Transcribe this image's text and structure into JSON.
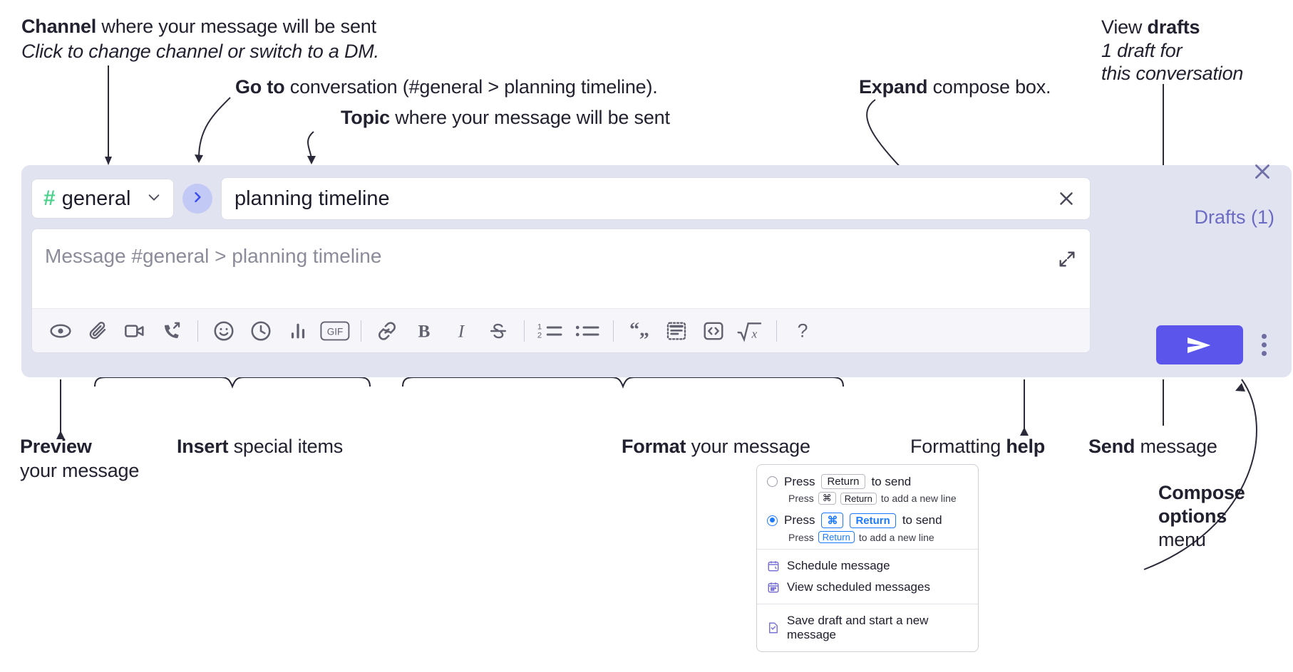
{
  "annotations": {
    "channel": {
      "bold": "Channel",
      "rest": " where your message will be sent",
      "sub": "Click to change channel or switch to a DM."
    },
    "goto": {
      "bold": "Go to",
      "rest": " conversation (#general > planning timeline)."
    },
    "topic": {
      "bold": "Topic",
      "rest": " where your message will be sent"
    },
    "expand": {
      "bold": "Expand",
      "rest": " compose box."
    },
    "drafts": {
      "pre": "View ",
      "bold": "drafts",
      "sub1": "1 draft for",
      "sub2": "this conversation"
    },
    "preview": {
      "bold": "Preview",
      "line2": "your message"
    },
    "insert": {
      "bold": "Insert",
      "rest": " special items"
    },
    "format": {
      "bold": "Format",
      "rest": " your message"
    },
    "help": {
      "pre": "Formatting ",
      "bold": "help"
    },
    "send": {
      "bold": "Send",
      "rest": " message"
    },
    "compose_options": {
      "line1": "Compose",
      "line2": "options",
      "line3": "menu"
    }
  },
  "compose": {
    "channel_chip": {
      "hash": "#",
      "name": "general",
      "chevron": "chevron-down"
    },
    "go_button": "go-to-conversation",
    "topic_field": {
      "value": "planning timeline",
      "clear": "clear-topic"
    },
    "message_field": {
      "placeholder": "Message #general > planning timeline"
    },
    "expand_icon": "expand-compose",
    "drafts_label": "Drafts (1)",
    "close_label": "close-compose",
    "send_label": "send-message",
    "overflow_label": "compose-options",
    "toolbar": [
      {
        "name": "preview-icon",
        "label": "Preview"
      },
      {
        "name": "attachment-icon",
        "label": "Attach file"
      },
      {
        "name": "video-icon",
        "label": "Record video clip"
      },
      {
        "name": "call-icon",
        "label": "Call"
      },
      {
        "name": "divider-1",
        "label": ""
      },
      {
        "name": "emoji-icon",
        "label": "Emoji"
      },
      {
        "name": "clock-icon",
        "label": "Reminder"
      },
      {
        "name": "poll-icon",
        "label": "Poll"
      },
      {
        "name": "gif-icon",
        "label": "GIF"
      },
      {
        "name": "divider-2",
        "label": ""
      },
      {
        "name": "link-icon",
        "label": "Link"
      },
      {
        "name": "bold-icon",
        "label": "B"
      },
      {
        "name": "italic-icon",
        "label": "I"
      },
      {
        "name": "strikethrough-icon",
        "label": "S"
      },
      {
        "name": "divider-3",
        "label": ""
      },
      {
        "name": "ordered-list-icon",
        "label": "Ordered list"
      },
      {
        "name": "bulleted-list-icon",
        "label": "Bulleted list"
      },
      {
        "name": "divider-4",
        "label": ""
      },
      {
        "name": "blockquote-icon",
        "label": "Blockquote"
      },
      {
        "name": "code-block-icon",
        "label": "Code block"
      },
      {
        "name": "code-icon",
        "label": "Code"
      },
      {
        "name": "math-icon",
        "label": "Math"
      },
      {
        "name": "divider-5",
        "label": ""
      },
      {
        "name": "help-icon",
        "label": "?"
      }
    ]
  },
  "popup": {
    "options": [
      {
        "selected": false,
        "main": [
          {
            "t": "text",
            "v": "Press"
          },
          {
            "t": "key",
            "v": "Return"
          },
          {
            "t": "text",
            "v": "to send"
          }
        ],
        "sub": [
          {
            "t": "text",
            "v": "Press"
          },
          {
            "t": "key",
            "v": "⌘"
          },
          {
            "t": "key",
            "v": "Return"
          },
          {
            "t": "text",
            "v": "to add a new line"
          }
        ]
      },
      {
        "selected": true,
        "main": [
          {
            "t": "text",
            "v": "Press"
          },
          {
            "t": "key",
            "v": "⌘"
          },
          {
            "t": "key",
            "v": "Return"
          },
          {
            "t": "text",
            "v": "to send"
          }
        ],
        "sub": [
          {
            "t": "text",
            "v": "Press"
          },
          {
            "t": "key",
            "v": "Return"
          },
          {
            "t": "text",
            "v": "to add a new line"
          }
        ]
      }
    ],
    "items": [
      {
        "icon": "schedule-calendar-icon",
        "label": "Schedule message"
      },
      {
        "icon": "view-scheduled-calendar-icon",
        "label": "View scheduled messages"
      },
      {
        "icon": "save-draft-icon",
        "label": "Save draft and start a new message"
      }
    ]
  },
  "colors": {
    "panel": "#e2e3f0",
    "accent_send": "#5b55ec",
    "drafts_text": "#6c6bc4",
    "hash_green": "#4dd38e",
    "key_blue": "#1d7afc",
    "menu_icon": "#7b74d6"
  }
}
